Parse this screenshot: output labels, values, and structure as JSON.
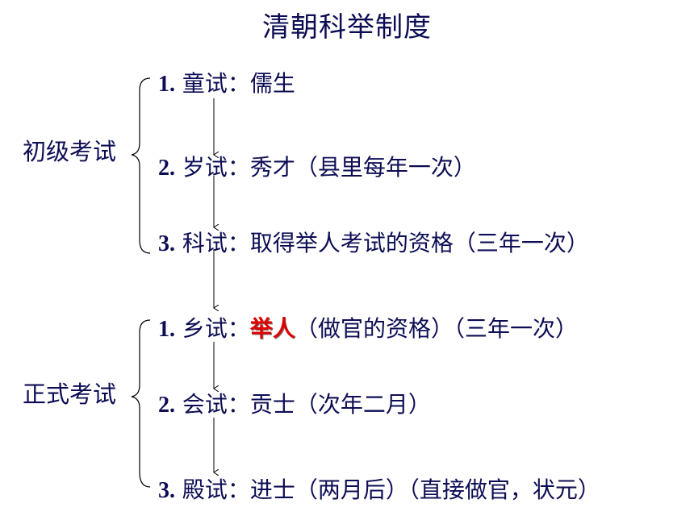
{
  "title": "清朝科举制度",
  "colors": {
    "text": "#0d0d55",
    "highlight": "#e00000"
  },
  "groups": [
    {
      "label": "初级考试",
      "items": [
        {
          "num": "1.",
          "name": "童试：",
          "highlight": "",
          "desc": "儒生"
        },
        {
          "num": "2.",
          "name": "岁试：",
          "highlight": "",
          "desc": "秀才（县里每年一次）"
        },
        {
          "num": "3.",
          "name": "科试：",
          "highlight": "",
          "desc": "取得举人考试的资格（三年一次）"
        }
      ]
    },
    {
      "label": "正式考试",
      "items": [
        {
          "num": "1.",
          "name": "乡试：",
          "highlight": "举人",
          "desc": "（做官的资格）（三年一次）"
        },
        {
          "num": "2.",
          "name": "会试：",
          "highlight": "",
          "desc": "贡士（次年二月）"
        },
        {
          "num": "3.",
          "name": "殿试：",
          "highlight": "",
          "desc": "进士（两月后）（直接做官，状元）"
        }
      ]
    }
  ]
}
